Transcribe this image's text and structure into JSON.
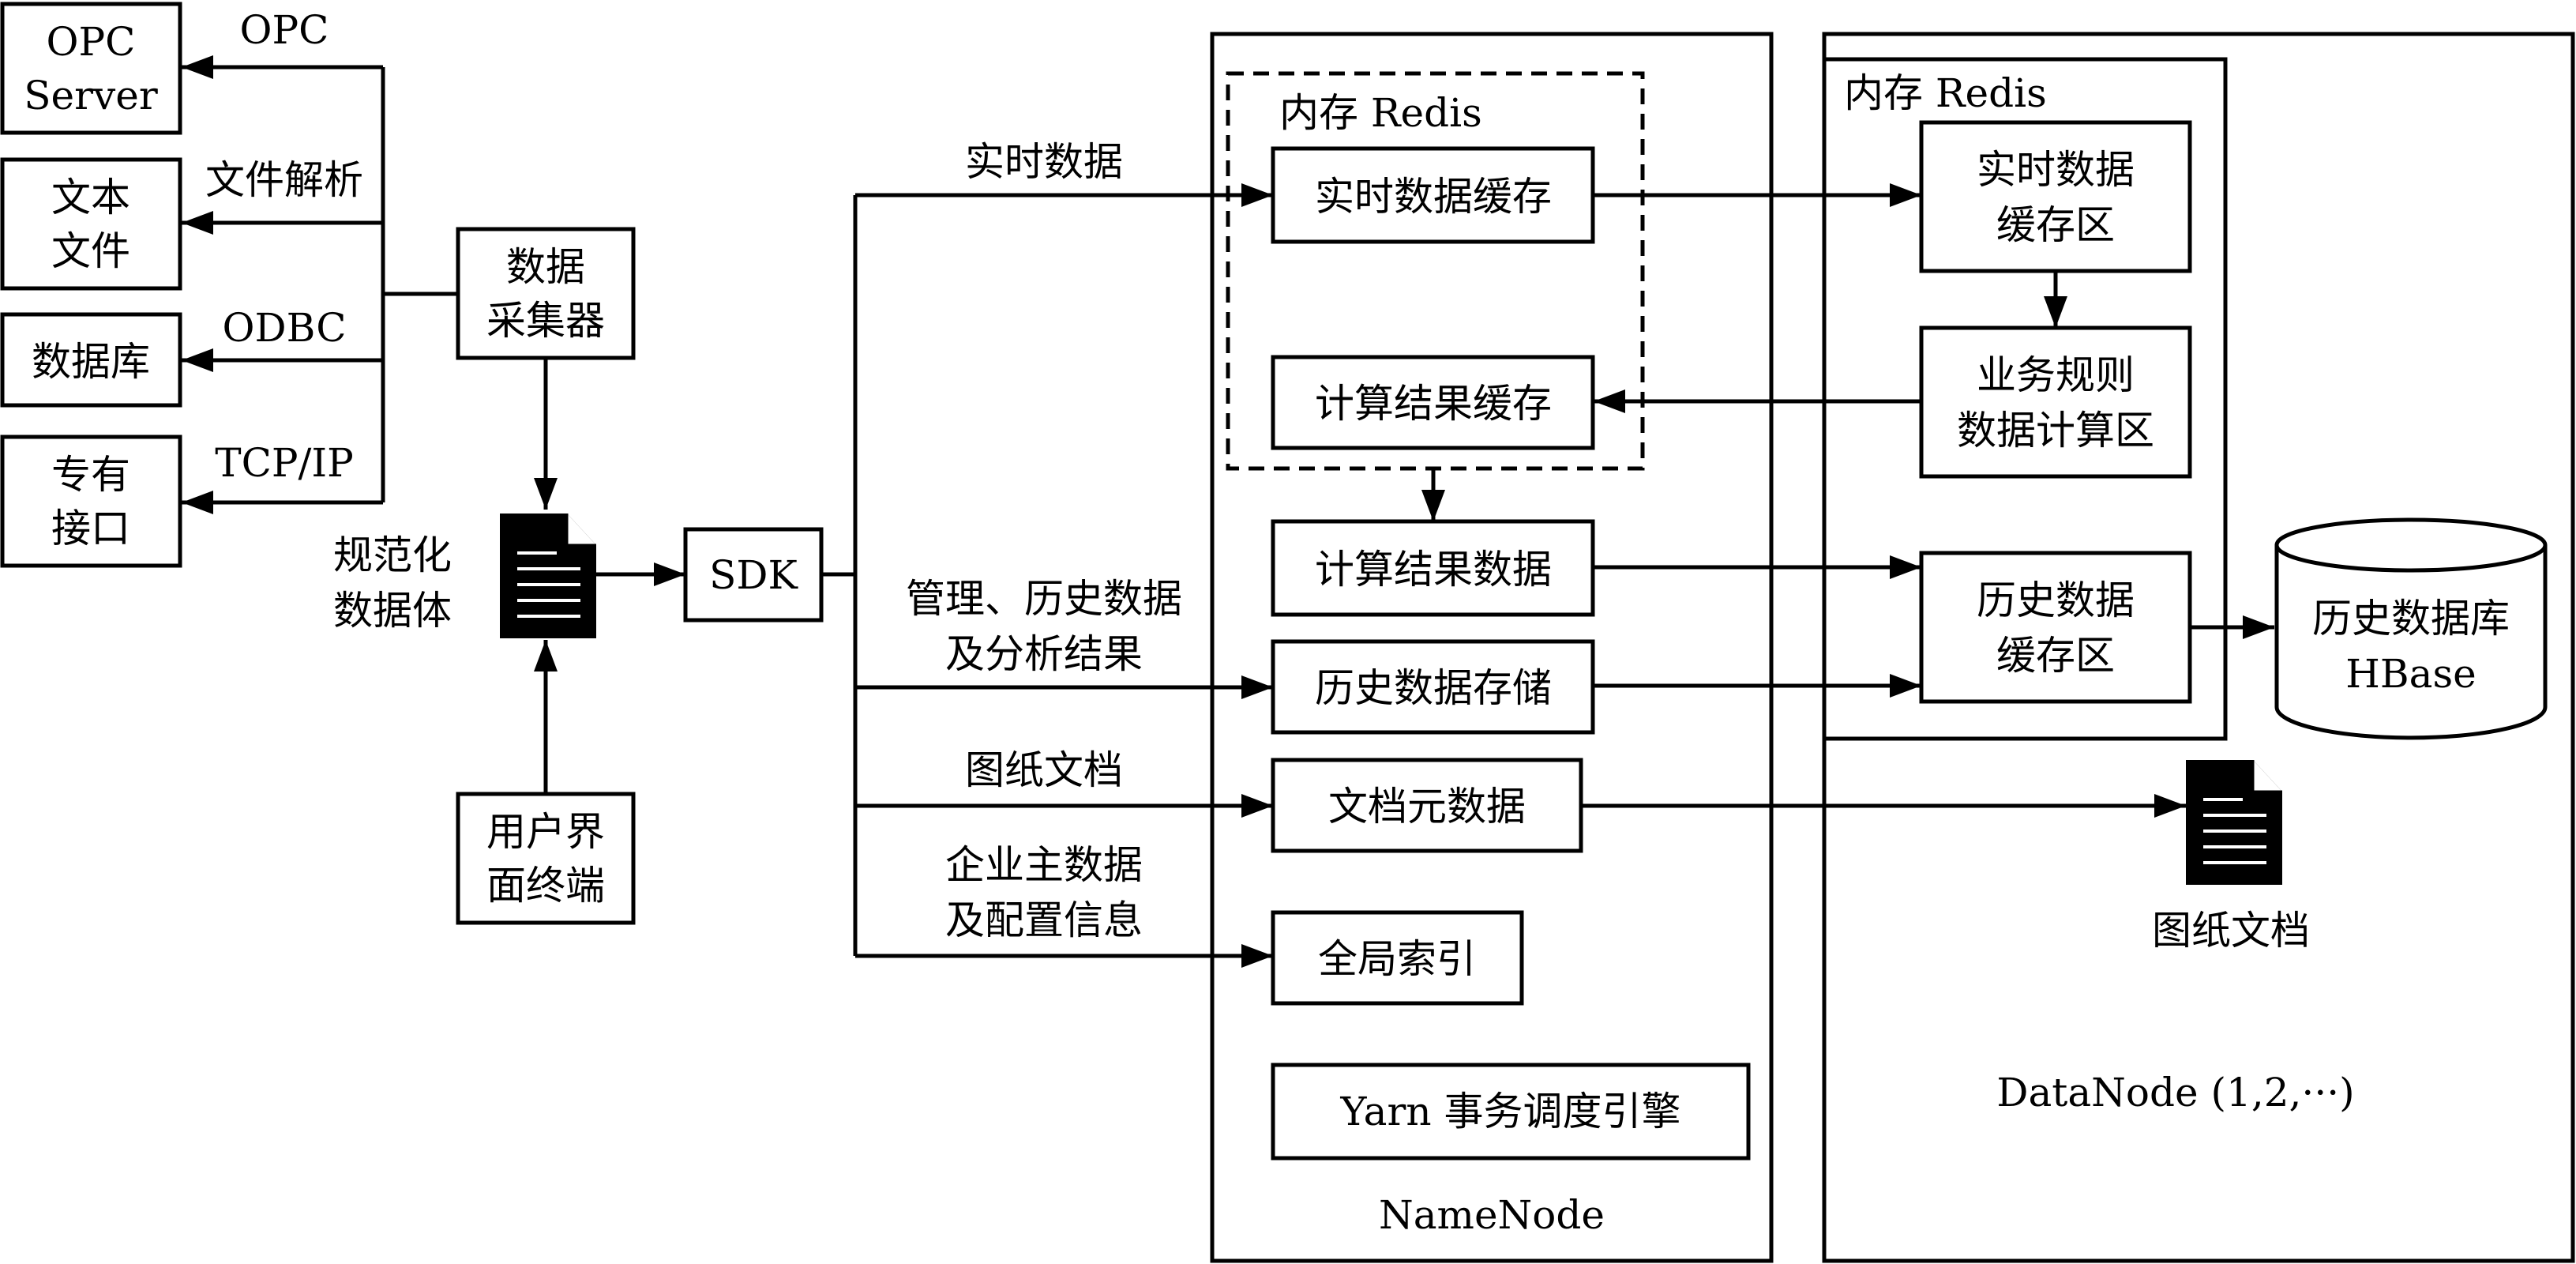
{
  "sources": {
    "opc": [
      "OPC",
      "Server"
    ],
    "text_file": [
      "文本",
      "文件"
    ],
    "database": "数据库",
    "proprietary": [
      "专有",
      "接口"
    ]
  },
  "links": {
    "opc": "OPC",
    "file_parse": "文件解析",
    "odbc": "ODBC",
    "tcpip": "TCP/IP"
  },
  "collector": [
    "数据",
    "采集器"
  ],
  "normalized": [
    "规范化",
    "数据体"
  ],
  "user_terminal": [
    "用户界",
    "面终端"
  ],
  "sdk": "SDK",
  "channels": {
    "realtime": "实时数据",
    "history": [
      "管理、历史数据",
      "及分析结果"
    ],
    "drawings": "图纸文档",
    "master": [
      "企业主数据",
      "及配置信息"
    ]
  },
  "namenode": {
    "label": "NameNode",
    "redis_label": "内存 Redis",
    "realtime_cache": "实时数据缓存",
    "calc_cache": "计算结果缓存",
    "calc_data": "计算结果数据",
    "history_storage": "历史数据存储",
    "doc_metadata": "文档元数据",
    "global_index": "全局索引",
    "yarn": "Yarn 事务调度引擎"
  },
  "datanode": {
    "label": "DataNode (1,2,···)",
    "redis_label": "内存 Redis",
    "realtime_zone": [
      "实时数据",
      "缓存区"
    ],
    "business_zone": [
      "业务规则",
      "数据计算区"
    ],
    "history_zone": [
      "历史数据",
      "缓存区"
    ],
    "hbase": [
      "历史数据库",
      "HBase"
    ],
    "drawings": "图纸文档"
  }
}
